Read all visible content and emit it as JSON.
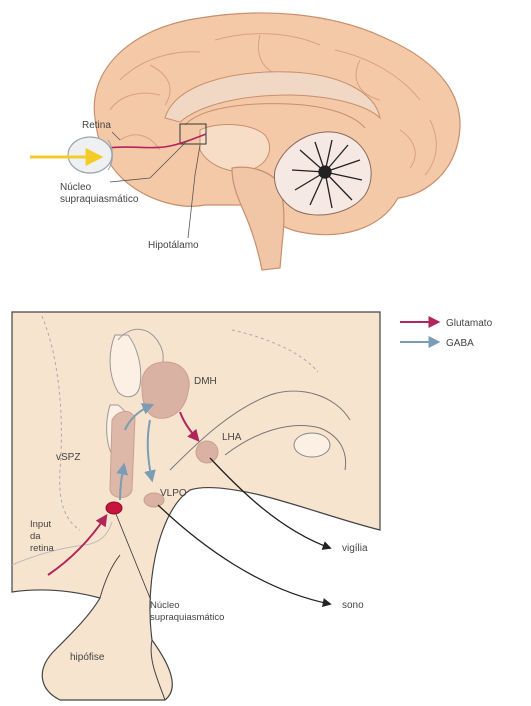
{
  "top_panel": {
    "labels": {
      "retina": "Retina",
      "nucleo_line1": "Núcleo",
      "nucleo_line2": "supraquiasmático",
      "hipotalamo": "Hipotálamo"
    }
  },
  "bottom_panel": {
    "labels": {
      "dmh": "DMH",
      "lha": "LHA",
      "vlpo": "VLPO",
      "vspz": "vSPZ",
      "input_line1": "Input",
      "input_line2": "da",
      "input_line3": "retina",
      "vigilia": "vigília",
      "sono": "sono",
      "nucleo_line1": "Núcleo",
      "nucleo_line2": "supraquiasmático",
      "hipofise": "hipófise"
    }
  },
  "legend": {
    "items": [
      {
        "label": "Glutamato",
        "color": "#b0255a"
      },
      {
        "label": "GABA",
        "color": "#7a9db5"
      }
    ]
  },
  "colors": {
    "brain_fill": "#f4c9a8",
    "brain_outline": "#c98f6c",
    "nucleus_fill": "#d9b2a3",
    "scn_red": "#c8143c",
    "panel_fill": "#f7e4cf",
    "glutamate": "#b0255a",
    "gaba": "#7a9db5",
    "light_arrow": "#f3cc2a",
    "dark": "#222222"
  }
}
